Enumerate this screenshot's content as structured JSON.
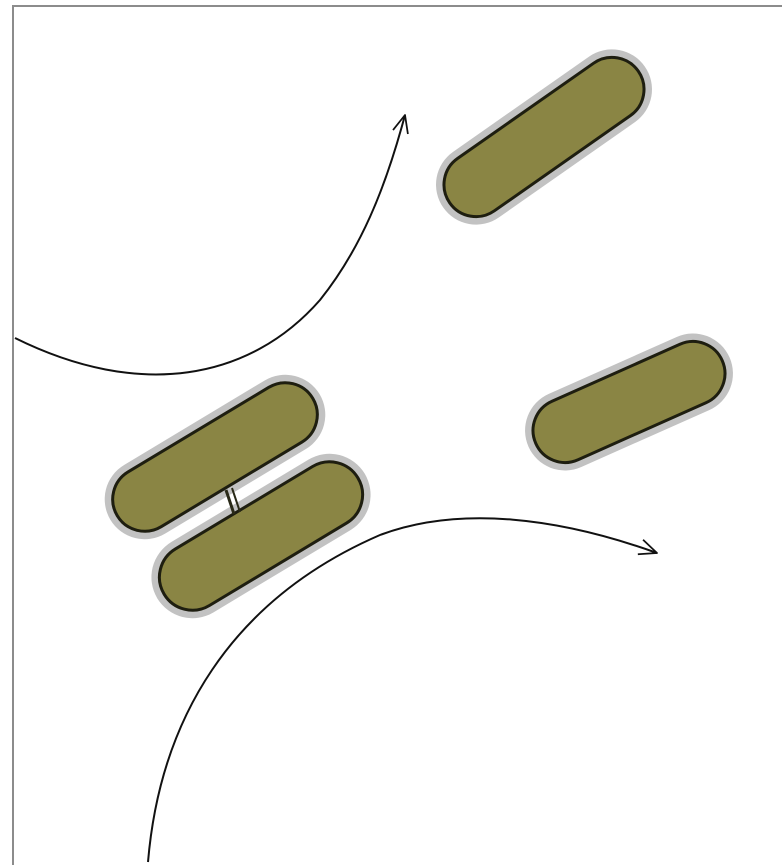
{
  "diagram": {
    "subject": "bacterial-conjugation",
    "colors": {
      "background": "#ffffff",
      "frame": "#8c8c8c",
      "cell_fill": "#8a8544",
      "cell_stroke": "#1e1e10",
      "cell_halo": "#c2c2c2",
      "arrow": "#111111",
      "pilus": "#2a2a18"
    },
    "cells": [
      {
        "id": "upper-right-cell"
      },
      {
        "id": "right-cell"
      },
      {
        "id": "conjugating-cell-top"
      },
      {
        "id": "conjugating-cell-bottom"
      }
    ],
    "arrows": [
      {
        "id": "upper-left-curved-arrow"
      },
      {
        "id": "lower-curved-arrow"
      }
    ],
    "connections": [
      {
        "id": "conjugation-bridge",
        "between": [
          "conjugating-cell-top",
          "conjugating-cell-bottom"
        ]
      }
    ]
  }
}
